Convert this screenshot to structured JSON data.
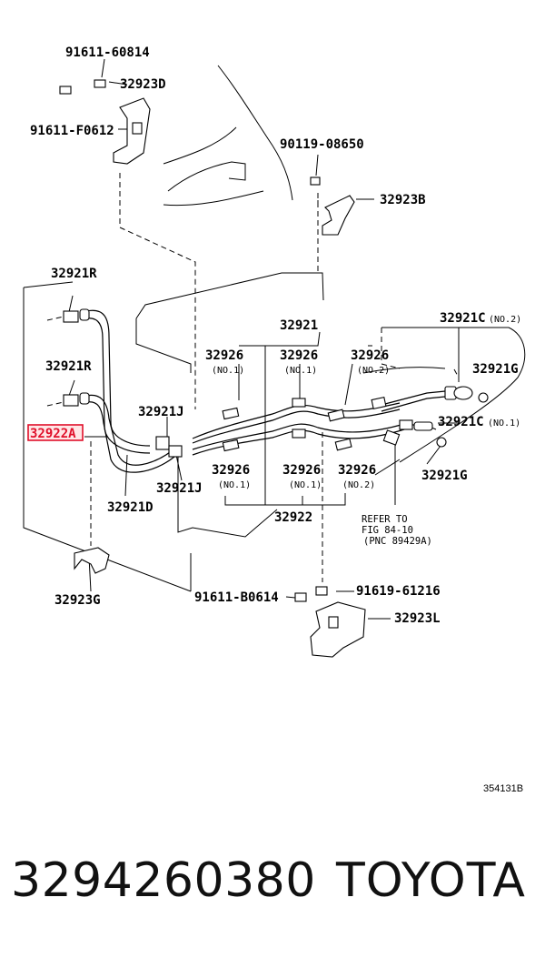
{
  "callouts": {
    "p91611_60814": "91611-60814",
    "p32923D": "32923D",
    "p91611_F0612": "91611-F0612",
    "p90119_08650": "90119-08650",
    "p32923B": "32923B",
    "p32921R_top": "32921R",
    "p32921R_mid": "32921R",
    "p32922A": "32922A",
    "p32921D": "32921D",
    "p32921J_top": "32921J",
    "p32921J_bot": "32921J",
    "p32921": "32921",
    "p32926_a": "32926",
    "p32926_b": "32926",
    "p32926_c": "32926",
    "p32926_d": "32926",
    "p32926_e": "32926",
    "p32926_f": "32926",
    "no1_a": "(NO.1)",
    "no1_b": "(NO.1)",
    "no2_c": "(NO.2)",
    "no1_d": "(NO.1)",
    "no1_e": "(NO.1)",
    "no2_f": "(NO.2)",
    "p32922": "32922",
    "p32921C_top": "32921C",
    "no2_c_top": "(NO.2)",
    "p32921G_top": "32921G",
    "p32921C_bot": "32921C",
    "no1_c_bot": "(NO.1)",
    "p32921G_bot": "32921G",
    "refer_1": "REFER TO",
    "refer_2": "FIG 84-10",
    "refer_3": "(PNC 89429A)",
    "p32923G": "32923G",
    "p91611_B0614": "91611-B0614",
    "p91619_61216": "91619-61216",
    "p32923L": "32923L",
    "diagram_code": "354131B"
  },
  "footer": {
    "part_number": "3294260380",
    "brand": "TOYOTA"
  },
  "highlight_color": "#e0102a"
}
